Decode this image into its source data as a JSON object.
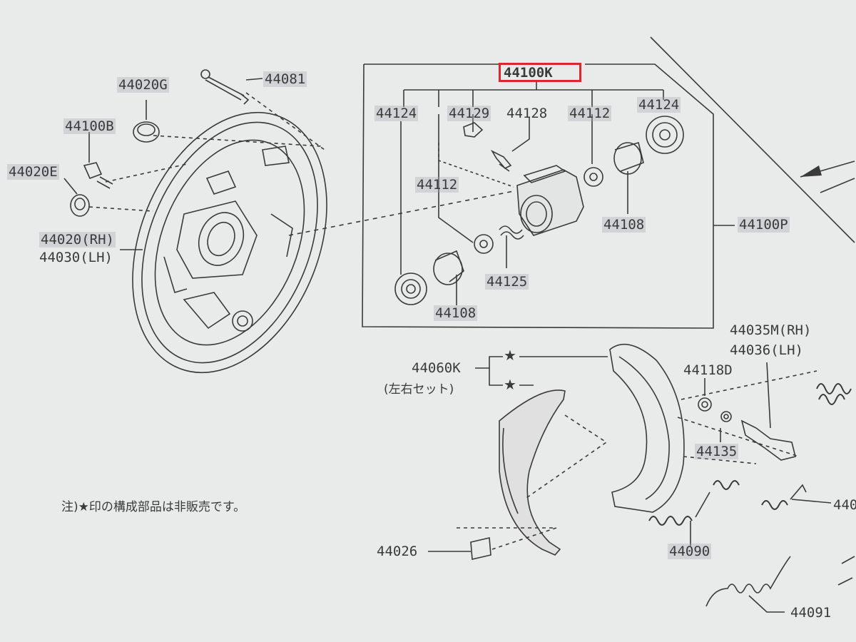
{
  "colors": {
    "background": "#e9eaea",
    "ink": "#3a3a3a",
    "highlight_box": "#e0262d"
  },
  "labels": {
    "p44081": "44081",
    "p44020G": "44020G",
    "p44100B": "44100B",
    "p44020E": "44020E",
    "p44020_rh": "44020(RH)",
    "p44030_lh": "44030(LH)",
    "p44100K": "44100K",
    "p44124_left": "44124",
    "p44129": "44129",
    "p44128": "44128",
    "p44112_top": "44112",
    "p44124_right": "44124",
    "p44112_mid": "44112",
    "p44108_right": "44108",
    "p44100P": "44100P",
    "p44125": "44125",
    "p44108_left": "44108",
    "p44035M": "44035M(RH)",
    "p44036": "44036(LH)",
    "p44060K": "44060K",
    "pair_set": "(左右セット)",
    "p44118D": "44118D",
    "p44135": "44135",
    "p440xx_cut": "440",
    "p44026": "44026",
    "p44090": "44090",
    "p44091": "44091",
    "star_1": "★",
    "star_2": "★",
    "note": "注)★印の構成部品は非販売です。"
  }
}
